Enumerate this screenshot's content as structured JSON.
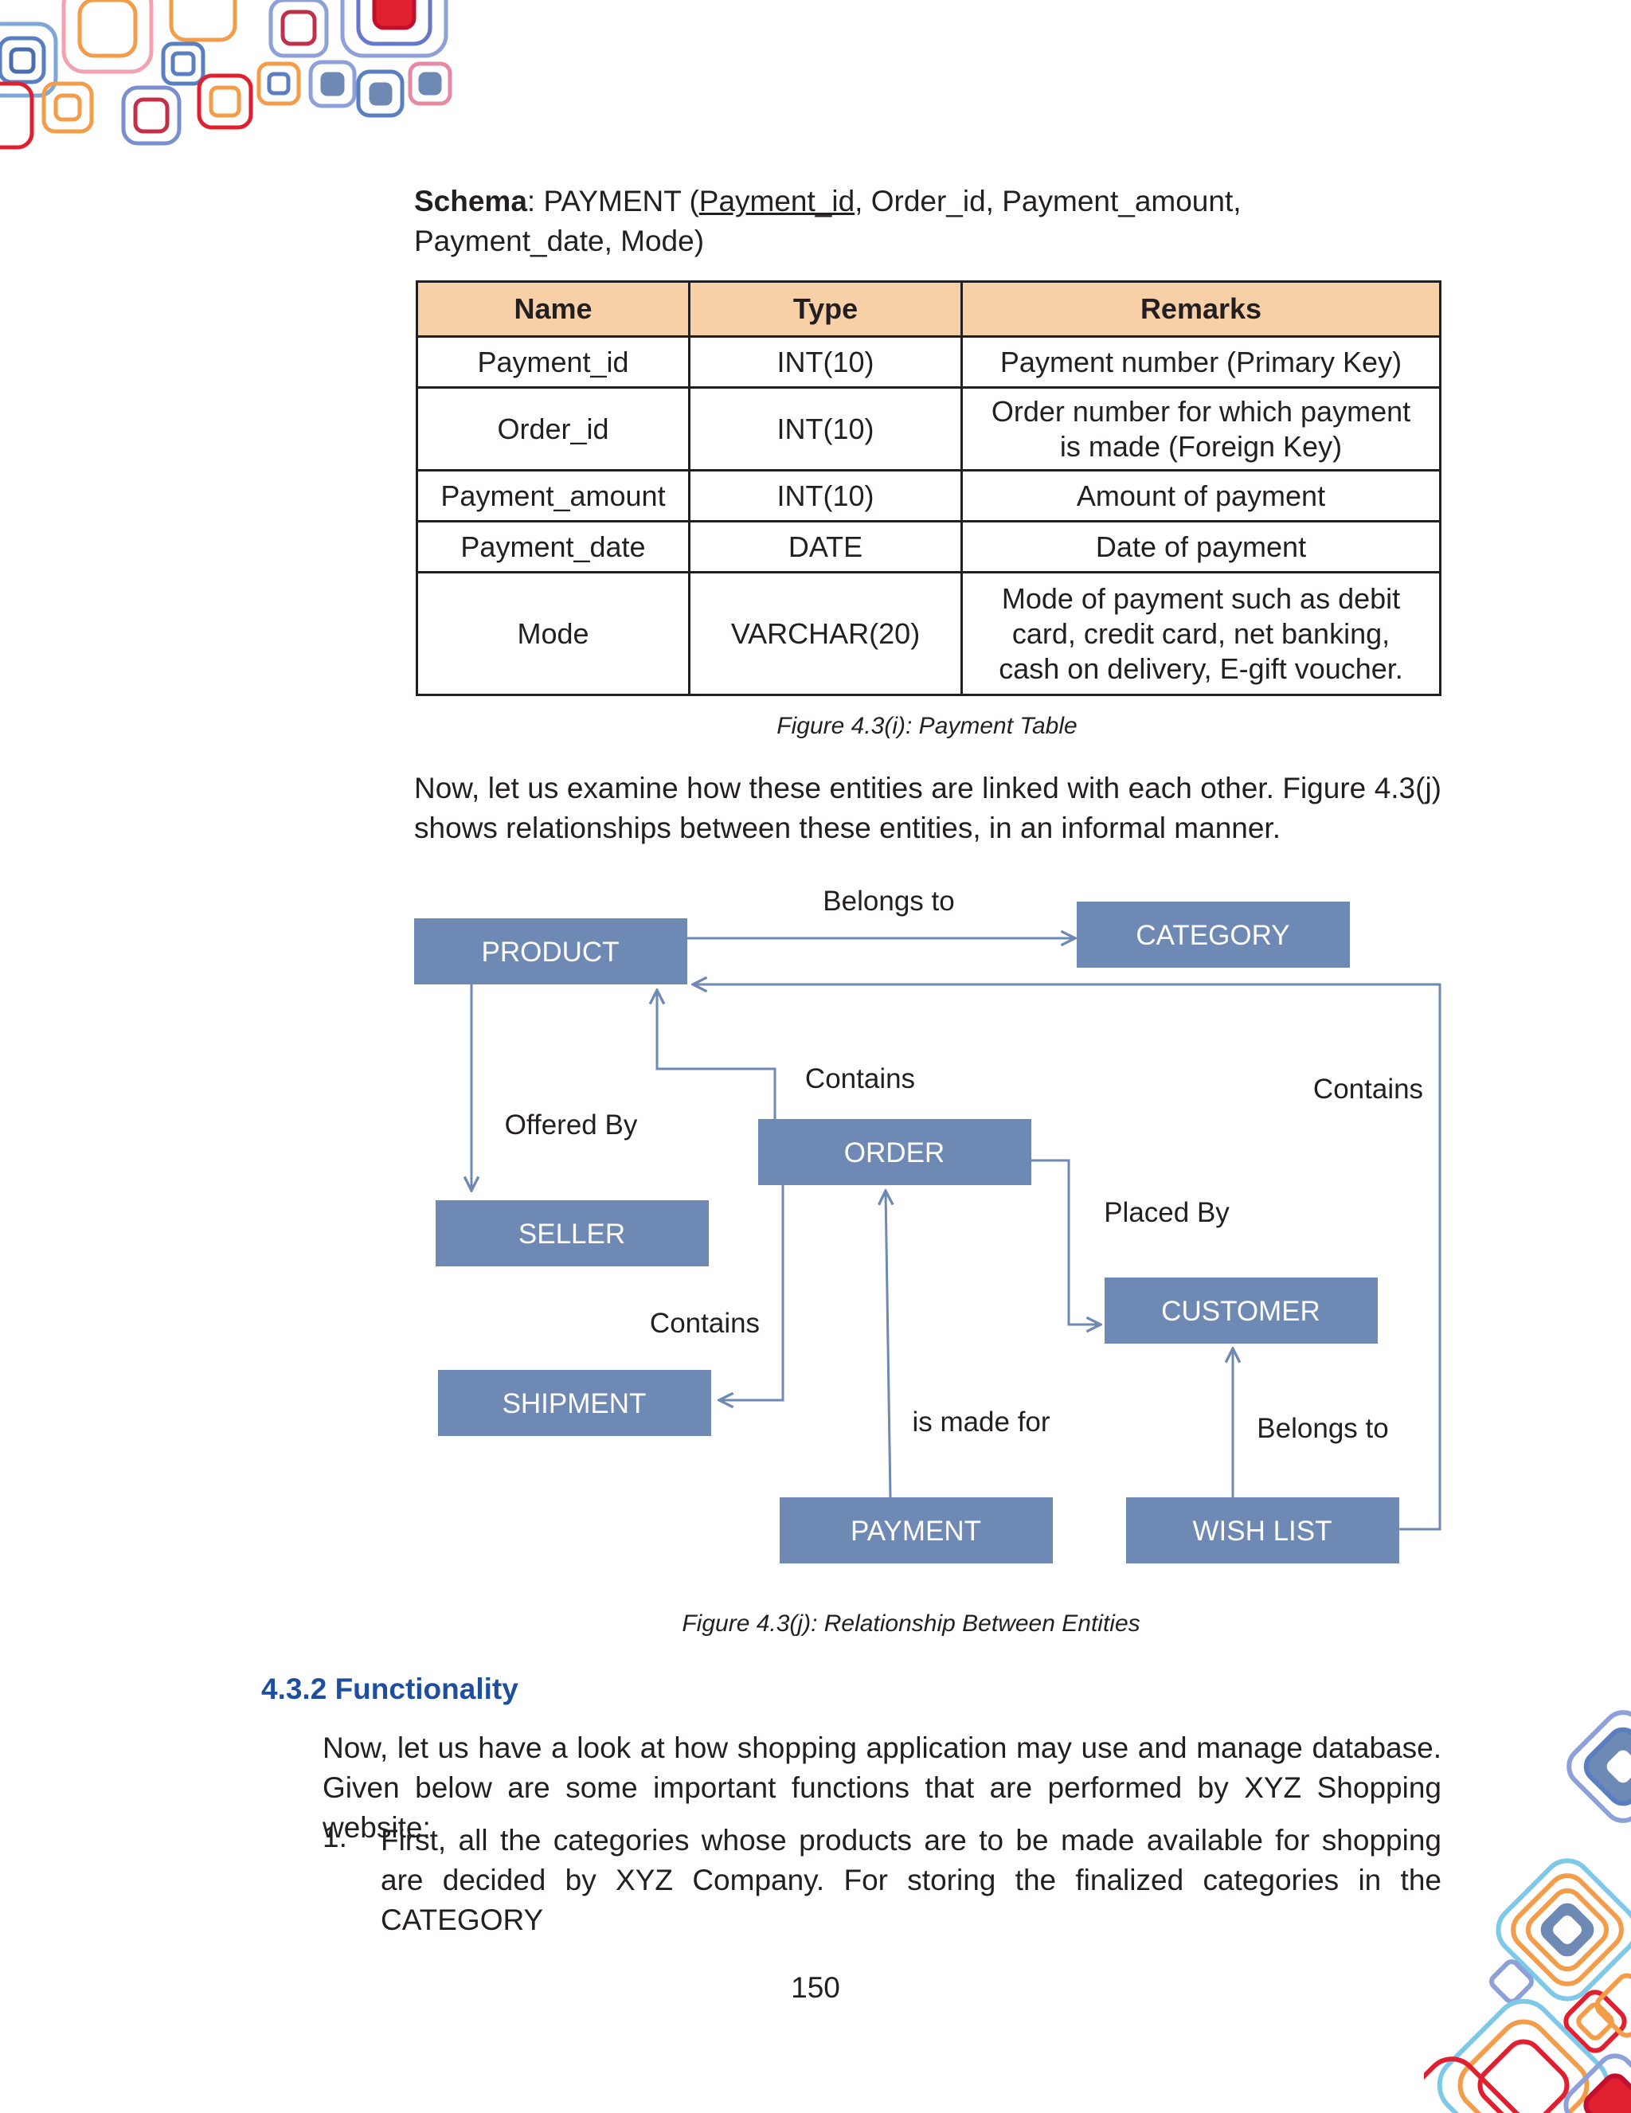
{
  "schema": {
    "label": "Schema",
    "prefix": ": PAYMENT (",
    "pk": "Payment_id",
    "rest": ", Order_id, Payment_amount, Payment_date, Mode)"
  },
  "payment_table": {
    "headers": [
      "Name",
      "Type",
      "Remarks"
    ],
    "rows": [
      [
        "Payment_id",
        "INT(10)",
        "Payment number (Primary Key)"
      ],
      [
        "Order_id",
        "INT(10)",
        "Order number for which payment is made (Foreign Key)"
      ],
      [
        "Payment_amount",
        "INT(10)",
        "Amount of payment"
      ],
      [
        "Payment_date",
        "DATE",
        "Date of payment"
      ],
      [
        "Mode",
        "VARCHAR(20)",
        "Mode of payment such as debit card, credit card, net banking, cash on delivery, E-gift voucher."
      ]
    ]
  },
  "caption_table": "Figure 4.3(i): Payment Table",
  "intro_paragraph": "Now, let us examine how these entities are linked with each other. Figure 4.3(j) shows relationships between these entities, in an informal manner.",
  "diagram": {
    "entities": {
      "product": "PRODUCT",
      "category": "CATEGORY",
      "order": "ORDER",
      "seller": "SELLER",
      "customer": "CUSTOMER",
      "shipment": "SHIPMENT",
      "payment": "PAYMENT",
      "wishlist": "WISH LIST"
    },
    "relations": {
      "product_category": "Belongs to",
      "order_product": "Contains",
      "wishlist_product": "Contains",
      "product_seller": "Offered By",
      "order_customer": "Placed By",
      "order_shipment": "Contains",
      "payment_order": "is made for",
      "wishlist_customer": "Belongs to"
    },
    "entity_color": "#6e89b3"
  },
  "caption_diagram": "Figure 4.3(j): Relationship Between Entities",
  "section_heading": "4.3.2  Functionality",
  "section_paragraph": "Now, let us have a look at how shopping application may use and manage database. Given below are some important functions that are performed by XYZ Shopping website:",
  "list_item": {
    "number": "1.",
    "text": "First, all the categories whose products are to be made available for shopping are decided by XYZ Company. For storing the finalized categories in the CATEGORY"
  },
  "page_number": "150"
}
